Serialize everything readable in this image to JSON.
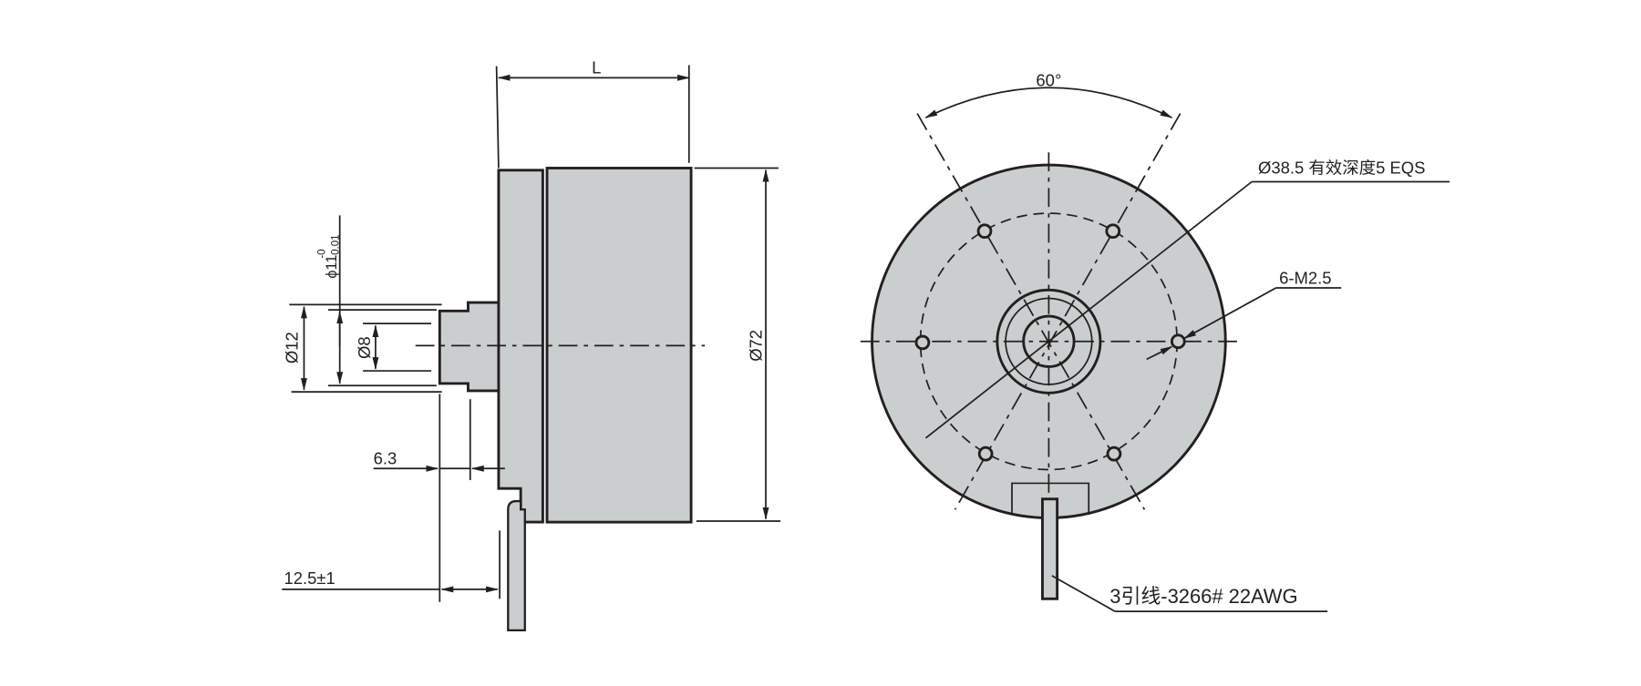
{
  "colors": {
    "body_fill": "#cbcecf",
    "line": "#231f20"
  },
  "side_view": {
    "length_label": "L",
    "body_diameter": "Ø72",
    "flange_diameter": "Ø12",
    "shaft_diameter": "Ø8",
    "hub_diameter": "ϕ11",
    "hub_tol_upper": "-0",
    "hub_tol_lower": "-0.01",
    "hub_length": "6.3",
    "cable_offset": "12.5±1"
  },
  "front_view": {
    "angle": "60°",
    "bore_note": "Ø38.5 有效深度5 EQS",
    "holes_note": "6-M2.5",
    "cable_note": "3引线-3266# 22AWG"
  }
}
